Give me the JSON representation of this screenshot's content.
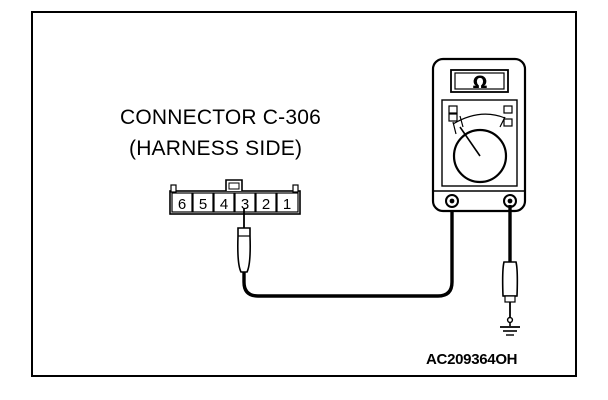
{
  "connector": {
    "title_line1": "CONNECTOR C-306",
    "title_line2": "(HARNESS SIDE)",
    "pins": [
      "6",
      "5",
      "4",
      "3",
      "2",
      "1"
    ]
  },
  "meter": {
    "display_symbol": "Ω",
    "icon": "multimeter-icon"
  },
  "ground": {
    "icon": "ground-icon"
  },
  "figure": {
    "code": "AC209364OH"
  },
  "colors": {
    "line": "#000000",
    "background": "#ffffff"
  }
}
